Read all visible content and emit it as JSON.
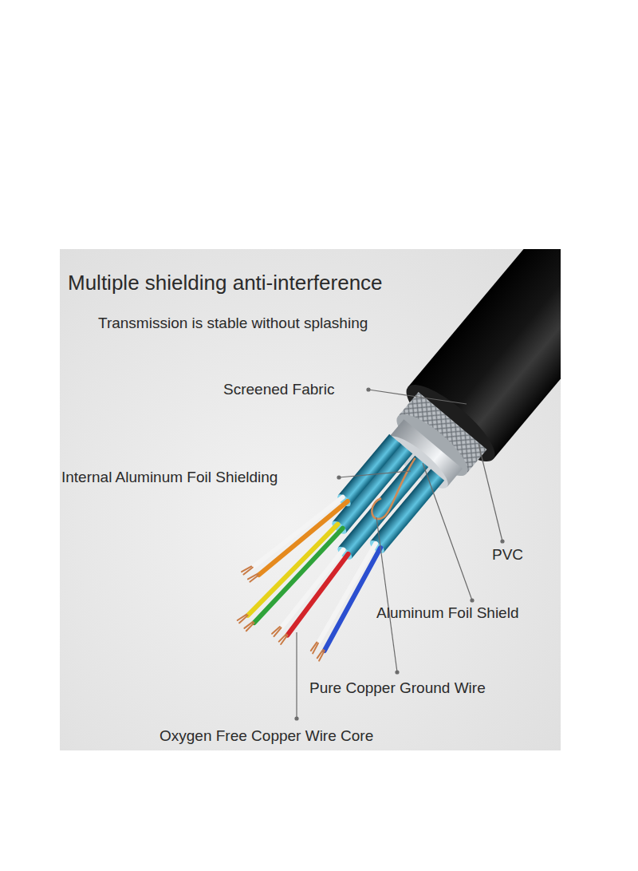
{
  "diagram": {
    "title": "Multiple shielding anti-interference",
    "caption": "Transmission is stable without splashing",
    "labels": [
      "Screened Fabric",
      "Internal Aluminum Foil Shielding",
      "PVC",
      "Aluminum Foil Shield",
      "Pure Copper Ground Wire",
      "Oxygen Free Copper Wire Core"
    ]
  }
}
